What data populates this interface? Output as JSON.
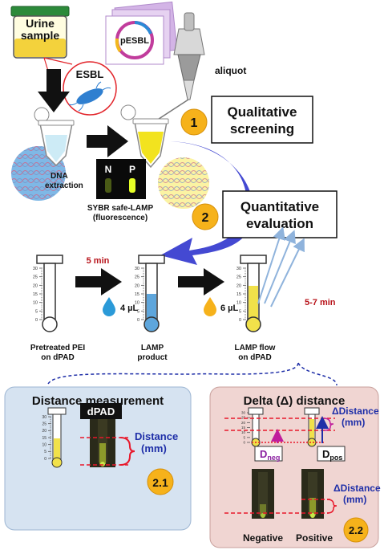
{
  "top": {
    "urine_label_1": "Urine",
    "urine_label_2": "sample",
    "plasmid_label": "pESBL",
    "esbl_label": "ESBL",
    "aliquot_label": "aliquot",
    "dna_label_1": "DNA",
    "dna_label_2": "extraction",
    "fluor_n": "N",
    "fluor_p": "P",
    "fluor_caption_1": "SYBR safe-LAMP",
    "fluor_caption_2": "(fluorescence)"
  },
  "steps": {
    "step1_number": "1",
    "step1_line1": "Qualitative",
    "step1_line2": "screening",
    "step2_number": "2",
    "step2_line1": "Quantitative",
    "step2_line2": "evaluation"
  },
  "process": {
    "time1": "5 min",
    "vol1": "4 µL",
    "vol2": "6 µL",
    "time2": "5-7 min",
    "cap1_1": "Pretreated PEI",
    "cap1_2": "on dPAD",
    "cap2_1": "LAMP",
    "cap2_2": "product",
    "cap3_1": "LAMP flow",
    "cap3_2": "on dPAD",
    "scale_ticks": [
      "30",
      "25",
      "20",
      "15",
      "10",
      "5",
      "0"
    ]
  },
  "panel_left": {
    "title": "Distance measurement",
    "dpad_label": "dPAD",
    "distance_1": "Distance",
    "distance_2": "(mm)",
    "badge": "2.1",
    "ticks": [
      "30",
      "25",
      "20",
      "15",
      "10",
      "5",
      "0"
    ]
  },
  "panel_right": {
    "title": "Delta (Δ) distance",
    "delta_1": "ΔDistance",
    "delta_2": "(mm)",
    "dneg": "D",
    "dneg_sub": "neg",
    "dpos": "D",
    "dpos_sub": "pos",
    "delta_b1": "ΔDistance",
    "delta_b2": "(mm)",
    "neg_label": "Negative",
    "pos_label": "Positive",
    "badge": "2.2",
    "ticks": [
      "30",
      "25",
      "20",
      "15",
      "10",
      "5",
      "0"
    ]
  },
  "colors": {
    "orange": "#f6b21b",
    "red_dash": "#e8182b",
    "dark_red_text": "#b8141b",
    "blue_text": "#1f2fa8",
    "arc_blue": "#3a3fd0",
    "yellow_fill": "#f1e14a",
    "panel_left_bg": "#d6e3f1",
    "panel_right_bg": "#f0d5d2"
  }
}
